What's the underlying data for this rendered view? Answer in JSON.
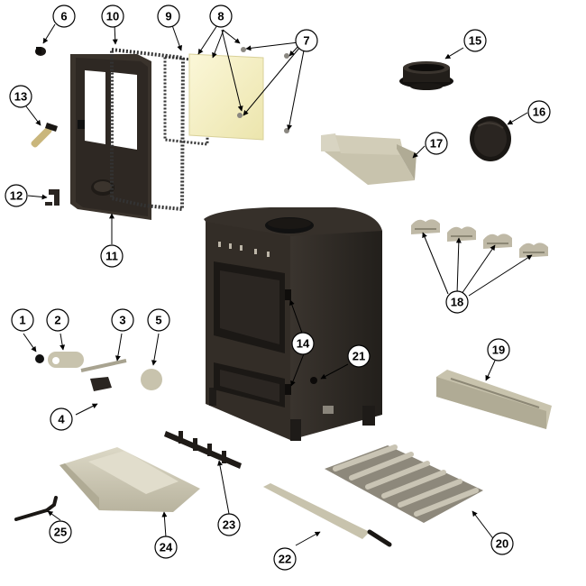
{
  "callouts": [
    {
      "id": "1",
      "label": "1"
    },
    {
      "id": "2",
      "label": "2"
    },
    {
      "id": "3",
      "label": "3"
    },
    {
      "id": "4",
      "label": "4"
    },
    {
      "id": "5",
      "label": "5"
    },
    {
      "id": "6",
      "label": "6"
    },
    {
      "id": "7",
      "label": "7"
    },
    {
      "id": "8",
      "label": "8"
    },
    {
      "id": "9",
      "label": "9"
    },
    {
      "id": "10",
      "label": "10"
    },
    {
      "id": "11",
      "label": "11"
    },
    {
      "id": "12",
      "label": "12"
    },
    {
      "id": "13",
      "label": "13"
    },
    {
      "id": "14",
      "label": "14"
    },
    {
      "id": "15",
      "label": "15"
    },
    {
      "id": "16",
      "label": "16"
    },
    {
      "id": "17",
      "label": "17"
    },
    {
      "id": "18",
      "label": "18"
    },
    {
      "id": "19",
      "label": "19"
    },
    {
      "id": "20",
      "label": "20"
    },
    {
      "id": "21",
      "label": "21"
    },
    {
      "id": "22",
      "label": "22"
    },
    {
      "id": "23",
      "label": "23"
    },
    {
      "id": "24",
      "label": "24"
    },
    {
      "id": "25",
      "label": "25"
    }
  ],
  "colors": {
    "stove_body": "#2f2b27",
    "stove_dark": "#1e1b18",
    "refractory": "#cfcab7",
    "glass": "#f3efc6",
    "callout_stroke": "#000000"
  }
}
